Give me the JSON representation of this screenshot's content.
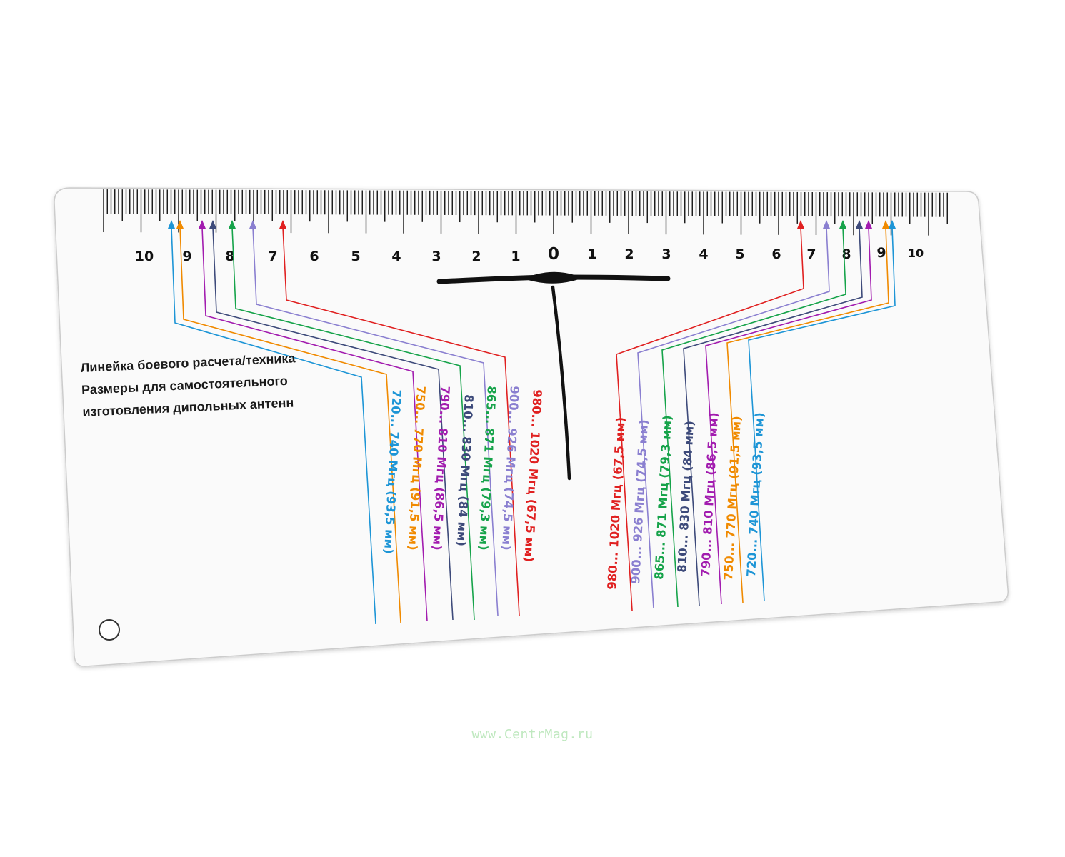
{
  "card": {
    "title_lines": [
      "Линейка боевого расчета/техника",
      "Размеры для самостоятельного",
      "изготовления дипольных антенн"
    ],
    "watermark": "www.CentrMag.ru"
  },
  "ruler": {
    "scale_labels_left": [
      "10",
      "9",
      "8",
      "7",
      "6",
      "5",
      "4",
      "3",
      "2",
      "1"
    ],
    "center_label": "0",
    "scale_labels_right": [
      "1",
      "2",
      "3",
      "4",
      "5",
      "6",
      "7",
      "8",
      "9",
      "10"
    ]
  },
  "antenna_bands": [
    {
      "band": "980... 1020 Мгц (67,5 мм)",
      "color": "#e02020"
    },
    {
      "band": "900... 926 Мгц (74,5 мм)",
      "color": "#8a7fd0"
    },
    {
      "band": "865... 871 Мгц (79,3 мм)",
      "color": "#16a34a"
    },
    {
      "band": "810... 830 Мгц (84 мм)",
      "color": "#3d4a7a"
    },
    {
      "band": "790... 810 Мгц (86,5 мм)",
      "color": "#a21caf"
    },
    {
      "band": "750... 770 Мгц (91,5 мм)",
      "color": "#f08a00"
    },
    {
      "band": "720... 740 Мгц (93,5 мм)",
      "color": "#1d95d6"
    }
  ],
  "colors": {
    "card_fill": "#fafafa",
    "card_border": "#cccccc",
    "text": "#111111",
    "watermark": "#bfe8bf"
  }
}
